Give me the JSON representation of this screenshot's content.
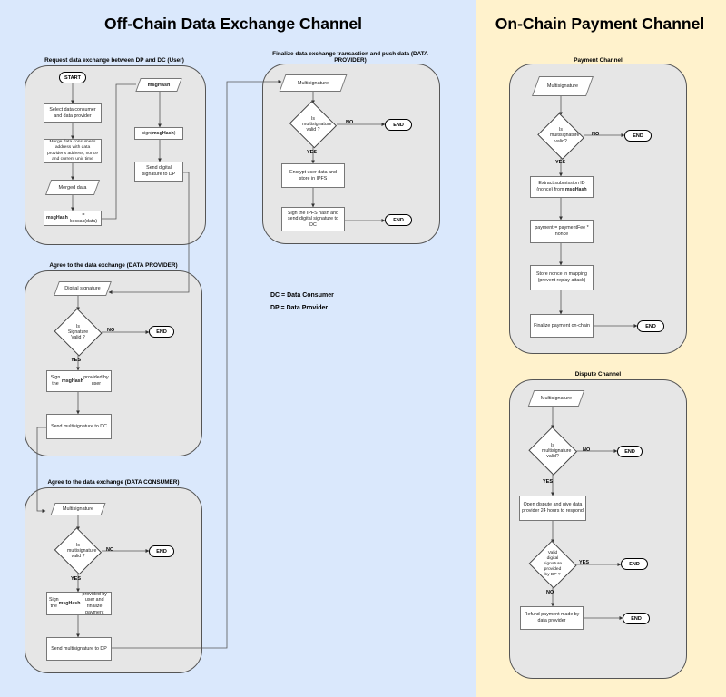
{
  "off_chain": {
    "title": "Off-Chain Data Exchange Channel",
    "request": {
      "title": "Request data exchange between DP and DC (User)",
      "start": "START",
      "select": "Select data consumer and data provider",
      "merge": "Merge data consumer's address with data provider's address, nonce and current unix time",
      "merged_data": "Merged data",
      "hash_step": "msgHash = keccak(data)",
      "msghash": "msgHash",
      "sign": "sign(msgHash)",
      "send_sig": "Send digital signature to DP"
    },
    "provider": {
      "title": "Agree to the data exchange (DATA PROVIDER)",
      "digital_signature": "Digital signature",
      "decision": "Is Signature Valid ?",
      "no": "NO",
      "yes": "YES",
      "end": "END",
      "sign": "Sign the msgHash provided by user",
      "send": "Send multisignature to DC"
    },
    "consumer": {
      "title": "Agree to the data exchange (DATA CONSUMER)",
      "multisig": "Multisignature",
      "decision": "Is multisignature valid ?",
      "no": "NO",
      "yes": "YES",
      "end": "END",
      "sign": "Sign the msgHash provided by user and finalize payment",
      "send": "Send multisignature to DP"
    },
    "finalize": {
      "title": "Finalize data exchange transaction and push data (DATA PROVIDER)",
      "multisig": "Multisignature",
      "decision": "Is multisignature valid ?",
      "no": "NO",
      "yes": "YES",
      "end": "END",
      "encrypt": "Encrypt user data and store in IPFS",
      "sign": "Sign the IPFS hash and send digital signature to DC",
      "end2": "END"
    },
    "legend": {
      "dc": "DC = Data Consumer",
      "dp": "DP = Data Provider"
    }
  },
  "on_chain": {
    "title": "On-Chain Payment Channel",
    "payment": {
      "title": "Payment Channel",
      "multisig": "Multisignature",
      "decision": "Is multisignature valid?",
      "no": "NO",
      "yes": "YES",
      "end": "END",
      "extract": "Extract submission ID (nonce) from msgHash",
      "payment": "payment = paymentFee * nonce",
      "store": "Store nonce in mapping (prevent replay attack)",
      "finalize": "Finalize payment on-chain",
      "end2": "END"
    },
    "dispute": {
      "title": "Dispute Channel",
      "multisig": "Multisignature",
      "decision": "Is multisignature valid?",
      "no": "NO",
      "yes": "YES",
      "end": "END",
      "open": "Open dispute and give data provider 24 hours to respond",
      "decision2": "Valid digital signature provided by DP ?",
      "yes2": "YES",
      "end2": "END",
      "no2": "NO",
      "refund": "Refund payment made by data provider",
      "end3": "END"
    }
  },
  "colors": {
    "off_chain_bg": "#dae8fc",
    "on_chain_bg": "#fff2cc",
    "panel_bg": "#e6e6e6"
  }
}
